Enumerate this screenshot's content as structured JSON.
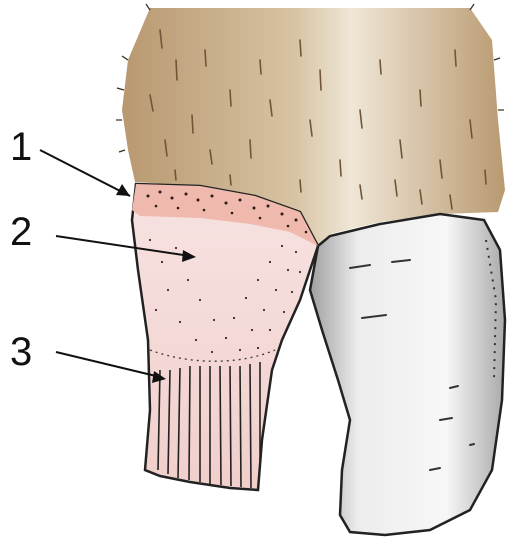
{
  "labels": [
    {
      "id": "1",
      "text": "1"
    },
    {
      "id": "2",
      "text": "2"
    },
    {
      "id": "3",
      "text": "3"
    }
  ],
  "colors": {
    "hair": "#c9ad86",
    "hair_dark": "#8a6d48",
    "hair_light": "#ece3d2",
    "coronary_band": "#f2c2b8",
    "wall_pink": "#f5dedb",
    "claw_white": "#f4f4f4",
    "claw_shade": "#c9c9c9",
    "outline": "#222222"
  }
}
